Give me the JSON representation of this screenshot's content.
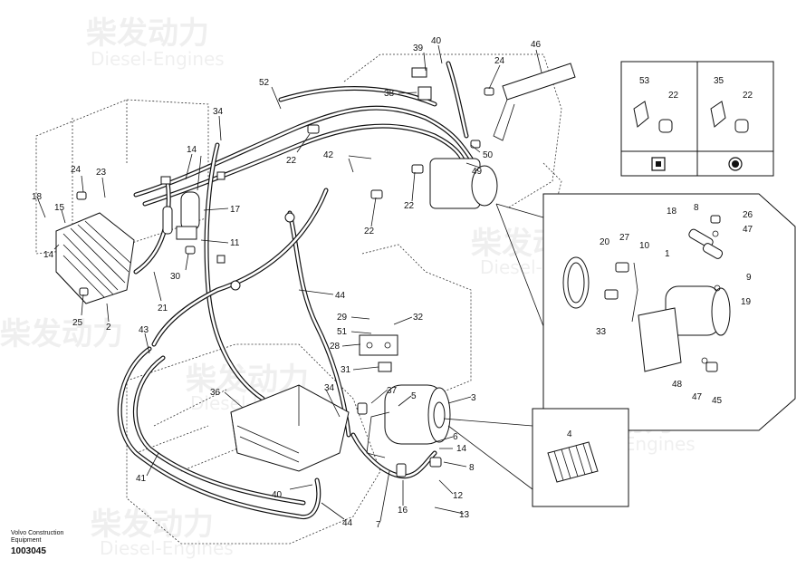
{
  "watermark": {
    "chinese": "柴发动力",
    "latin": "Diesel-Engines"
  },
  "caption": {
    "company": "Volvo Construction Equipment",
    "drawing_number": "1003045"
  },
  "legend_box": {
    "left_labels": [
      "53",
      "22"
    ],
    "right_labels": [
      "35",
      "22"
    ]
  },
  "part_labels": {
    "p1": "39",
    "p2": "40",
    "p3": "46",
    "p4": "24",
    "p5": "38",
    "p6": "52",
    "p7": "34",
    "p8": "22",
    "p9": "50",
    "p10": "49",
    "p11": "42",
    "p12": "22",
    "p13": "22",
    "p14": "22",
    "p15": "24",
    "p16": "23",
    "p17": "18",
    "p18": "15",
    "p19": "14",
    "p20": "14",
    "p21": "17",
    "p22": "11",
    "p23": "30",
    "p24": "21",
    "p25": "25",
    "p26": "2",
    "p27": "44",
    "p28": "29",
    "p29": "32",
    "p30": "51",
    "p31": "28",
    "p32": "31",
    "p33": "43",
    "p34": "36",
    "p35": "34",
    "p36": "37",
    "p37": "5",
    "p38": "3",
    "p39": "6",
    "p40": "14",
    "p41": "8",
    "p42": "12",
    "p43": "13",
    "p44": "16",
    "p45": "7",
    "p46": "44",
    "p47": "40",
    "p48": "41",
    "p49": "4",
    "p50": "18",
    "p51": "8",
    "p52": "26",
    "p53": "47",
    "p54": "20",
    "p55": "27",
    "p56": "10",
    "p57": "1",
    "p58": "9",
    "p59": "19",
    "p60": "33",
    "p61": "48",
    "p62": "47",
    "p63": "45"
  }
}
